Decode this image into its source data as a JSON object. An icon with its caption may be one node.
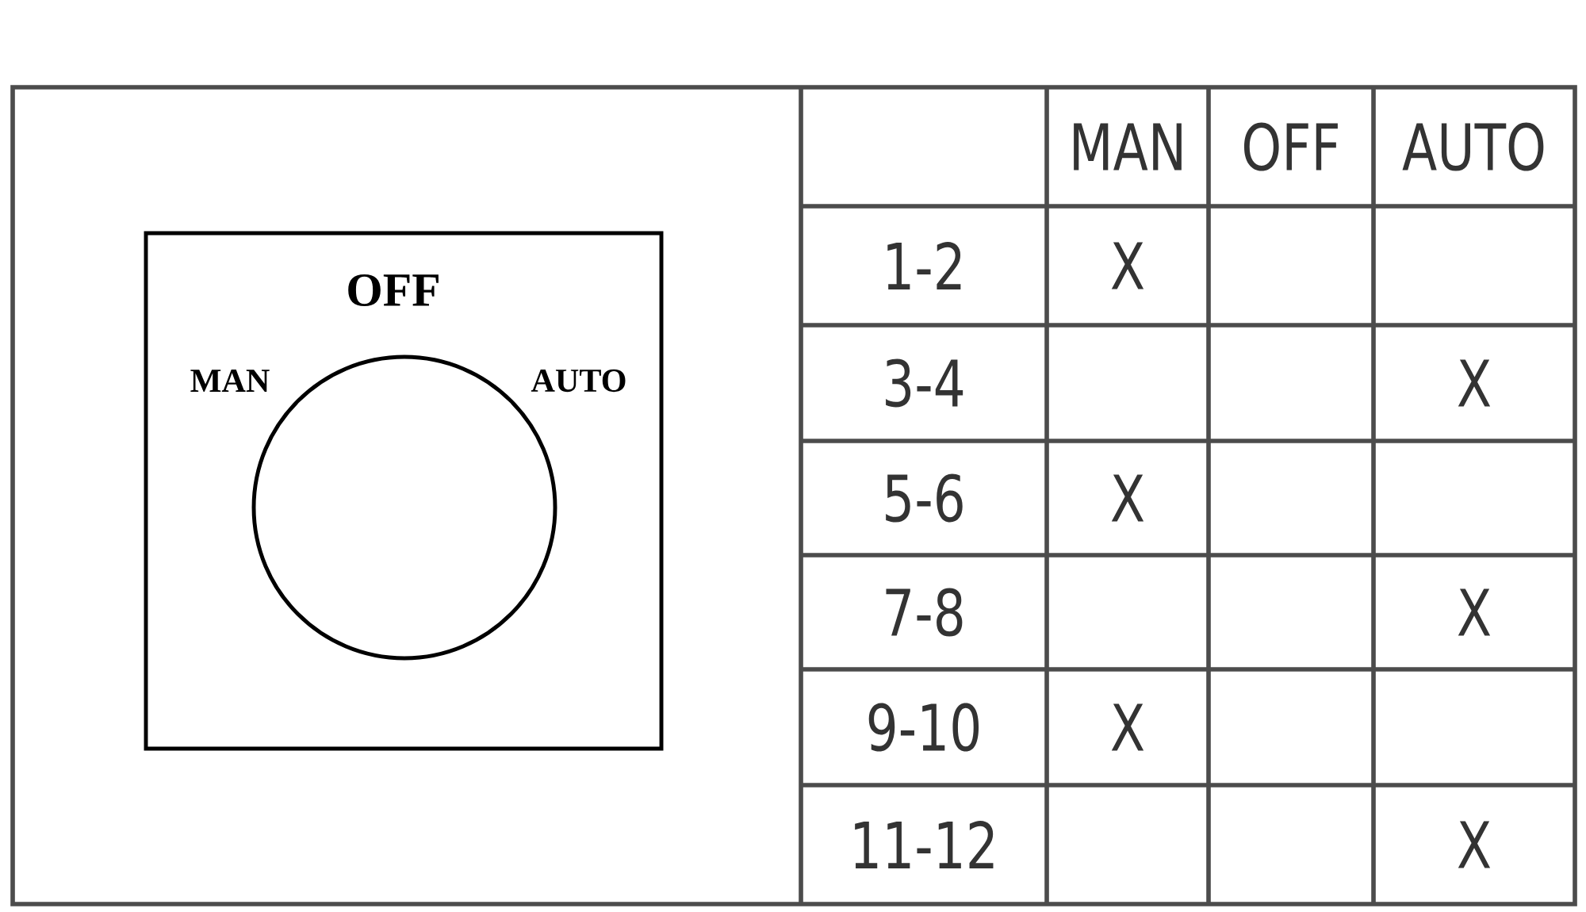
{
  "diagram": {
    "nodes": [
      {
        "text": [
          "OFF",
          "MAN",
          "AUTO"
        ]
      },
      {
        "text": [],
        "shape": "circle",
        "in": 0
      }
    ],
    "labels": [
      "MAN",
      "OFF",
      "AUTO",
      "1-2",
      "X",
      "3-4",
      "X",
      "5-6",
      "X",
      "7-8",
      "X",
      "9-10",
      "X",
      "11-12",
      "X"
    ]
  }
}
